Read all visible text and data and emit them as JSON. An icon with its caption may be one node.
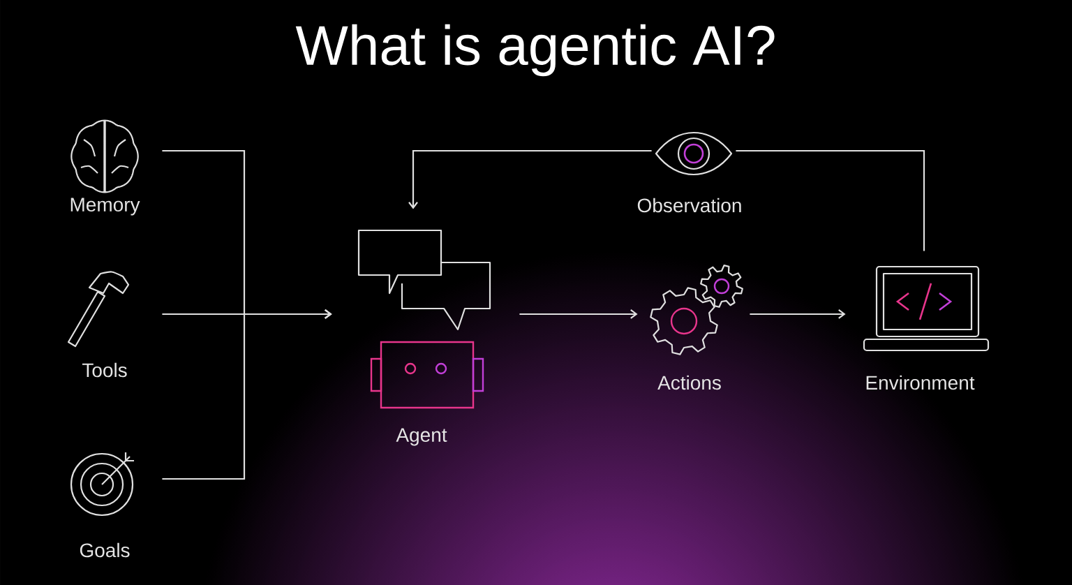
{
  "diagram": {
    "title": "What is agentic AI?",
    "nodes": [
      {
        "text": [
          "Memory"
        ]
      },
      {
        "text": [
          "Tools"
        ]
      },
      {
        "text": [
          "Goals"
        ]
      },
      {
        "text": [
          "Agent"
        ]
      },
      {
        "text": [
          "Actions"
        ]
      },
      {
        "text": [
          "Environment"
        ]
      },
      {
        "text": [
          "Observation"
        ]
      }
    ],
    "edges": [
      {
        "from": 0,
        "to": 3,
        "arrow": "to"
      },
      {
        "from": 1,
        "to": 3,
        "arrow": "to"
      },
      {
        "from": 2,
        "to": 3,
        "arrow": "to"
      },
      {
        "from": 3,
        "to": 4,
        "arrow": "to"
      },
      {
        "from": 4,
        "to": 5,
        "arrow": "to"
      },
      {
        "from": 5,
        "to": 6,
        "arrow": "none"
      },
      {
        "from": 6,
        "to": 3,
        "arrow": "to"
      }
    ]
  }
}
